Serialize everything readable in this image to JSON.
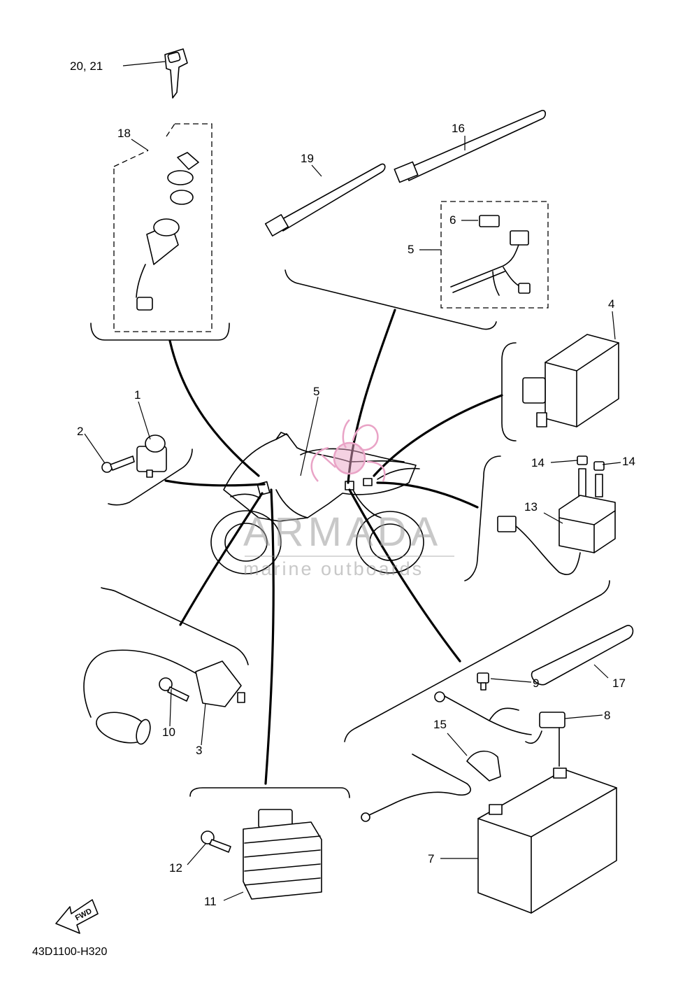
{
  "diagram": {
    "ref_code": "43D1100-H320",
    "fwd_label": "FWD",
    "watermark": {
      "brand": "ARMADA",
      "tagline": "marine outboards",
      "color": "#e9a3c6"
    },
    "callouts": {
      "c1": "1",
      "c2": "2",
      "c3": "3",
      "c4": "4",
      "c5a": "5",
      "c5b": "5",
      "c6": "6",
      "c7": "7",
      "c8": "8",
      "c9": "9",
      "c10": "10",
      "c11": "11",
      "c12": "12",
      "c13": "13",
      "c14a": "14",
      "c14b": "14",
      "c15": "15",
      "c16": "16",
      "c17": "17",
      "c18": "18",
      "c19": "19",
      "c2021": "20, 21"
    }
  }
}
